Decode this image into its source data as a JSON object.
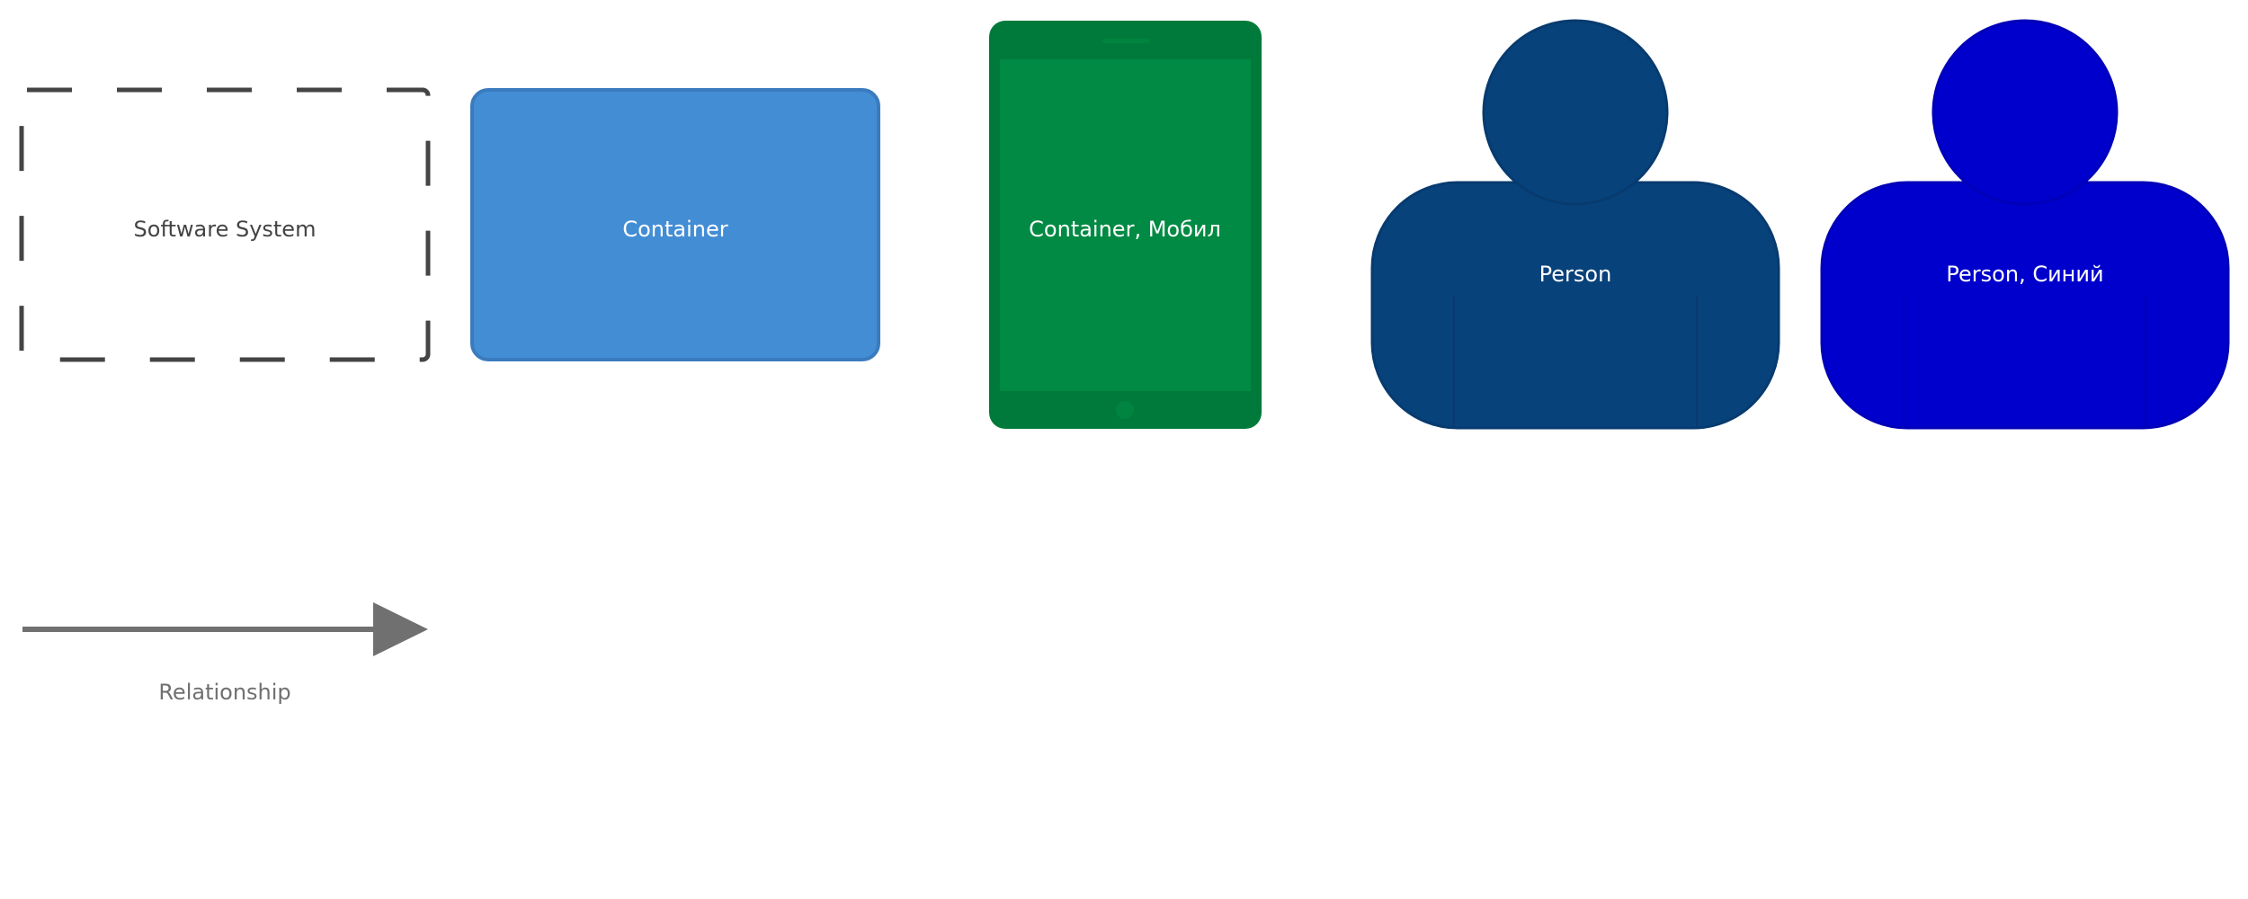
{
  "legend": {
    "software_system": {
      "label": "Software System",
      "border_color": "#444444",
      "text_color": "#444444"
    },
    "container": {
      "label": "Container",
      "fill_color": "#438DD5",
      "border_color": "#3A7BBE",
      "text_color": "#ffffff"
    },
    "container_mobile": {
      "label": "Container, Мобил",
      "fill_color": "#008A43",
      "frame_color": "#007A3A",
      "text_color": "#ffffff"
    },
    "person": {
      "label": "Person",
      "fill_color": "#08427B",
      "border_color": "#073B6F",
      "text_color": "#ffffff"
    },
    "person_blue": {
      "label": "Person, Синий",
      "fill_color": "#0000CC",
      "border_color": "#0000B8",
      "text_color": "#ffffff"
    },
    "relationship": {
      "label": "Relationship",
      "line_color": "#707070",
      "text_color": "#707070"
    }
  }
}
